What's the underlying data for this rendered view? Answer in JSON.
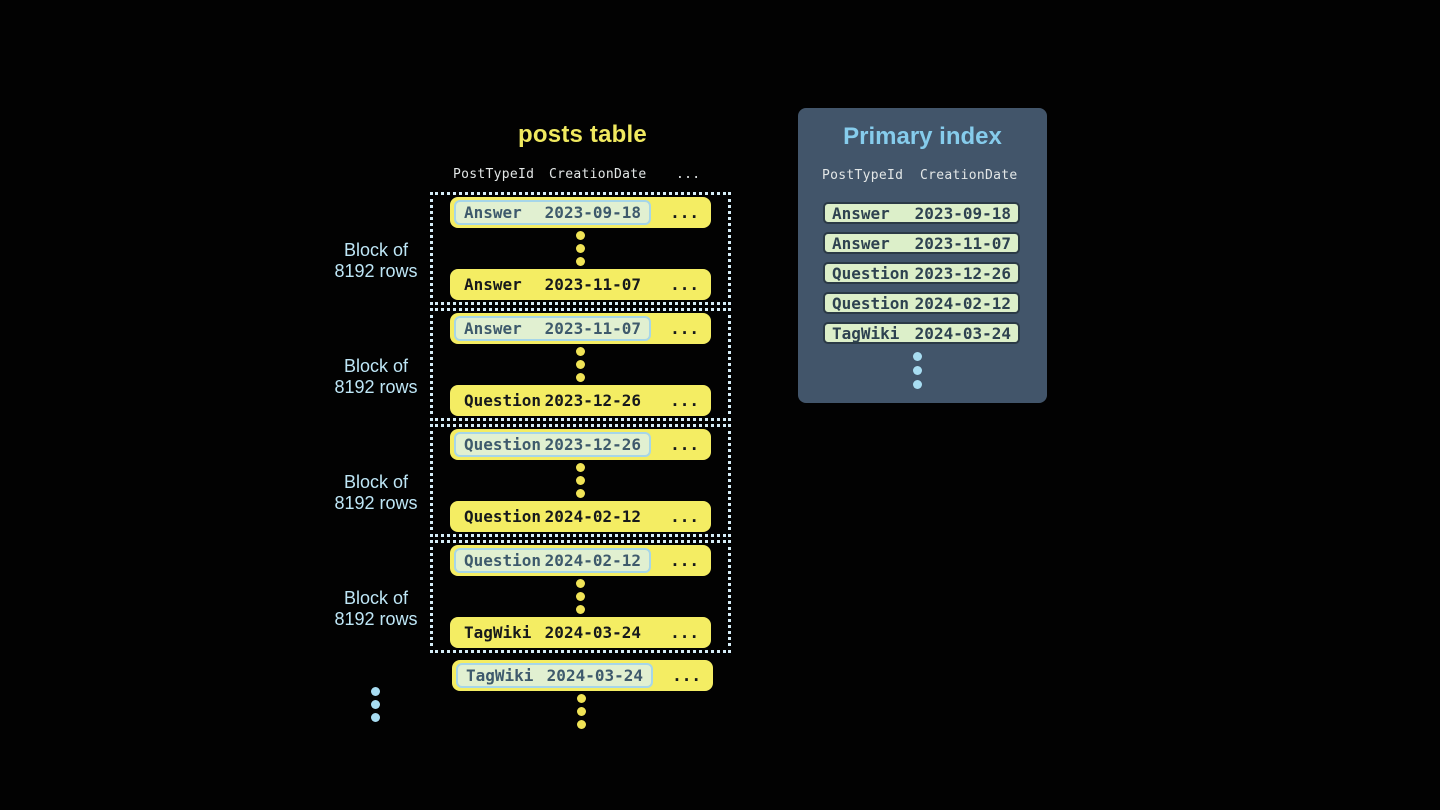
{
  "posts_table": {
    "title": "posts table",
    "headers": {
      "col1": "PostTypeId",
      "col2": "CreationDate",
      "more": "..."
    },
    "block_label_line1": "Block of",
    "block_label_line2": "8192 rows",
    "ellipsis": "...",
    "blocks": [
      {
        "first": {
          "type": "Answer",
          "date": "2023-09-18"
        },
        "last": {
          "type": "Answer",
          "date": "2023-11-07"
        }
      },
      {
        "first": {
          "type": "Answer",
          "date": "2023-11-07"
        },
        "last": {
          "type": "Question",
          "date": "2023-12-26"
        }
      },
      {
        "first": {
          "type": "Question",
          "date": "2023-12-26"
        },
        "last": {
          "type": "Question",
          "date": "2024-02-12"
        }
      },
      {
        "first": {
          "type": "Question",
          "date": "2024-02-12"
        },
        "last": {
          "type": "TagWiki",
          "date": "2024-03-24"
        }
      }
    ],
    "tail_row": {
      "type": "TagWiki",
      "date": "2024-03-24"
    }
  },
  "primary_index": {
    "title": "Primary index",
    "headers": {
      "col1": "PostTypeId",
      "col2": "CreationDate"
    },
    "rows": [
      {
        "type": "Answer",
        "date": "2023-09-18"
      },
      {
        "type": "Answer",
        "date": "2023-11-07"
      },
      {
        "type": "Question",
        "date": "2023-12-26"
      },
      {
        "type": "Question",
        "date": "2024-02-12"
      },
      {
        "type": "TagWiki",
        "date": "2024-03-24"
      }
    ]
  },
  "colors": {
    "background": "#020202",
    "row_yellow": "#f4ed63",
    "title_yellow": "#f0e95f",
    "dot_yellow": "#f0e356",
    "highlight_green": "#e1f0d1",
    "highlight_border_blue": "#a6d6e9",
    "dotted_border": "#d6edf7",
    "label_blue": "#bee6f6",
    "panel_bg": "#42556a",
    "panel_title_blue": "#86ccec",
    "index_pill_green": "#dcefc9",
    "index_pill_border": "#2b3a46",
    "dot_blue": "#a8ddf2"
  }
}
